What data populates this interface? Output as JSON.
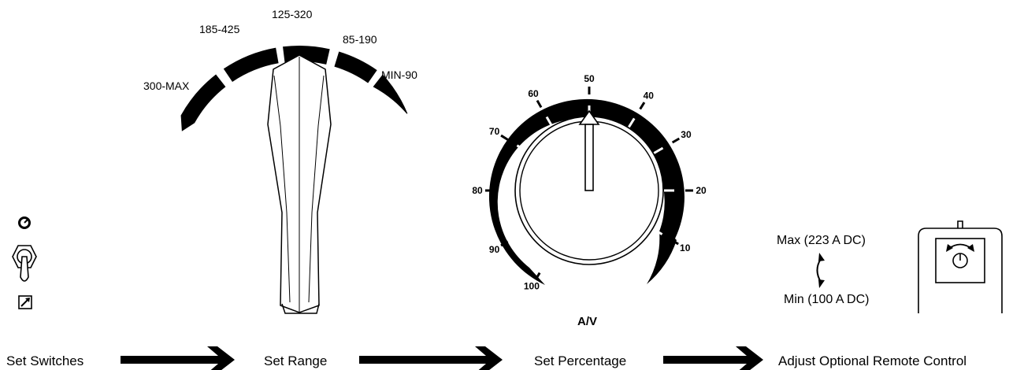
{
  "steps": [
    "Set Switches",
    "Set Range",
    "Set Percentage",
    "Adjust Optional Remote Control"
  ],
  "range_selector": {
    "labels": [
      "300-MAX",
      "185-425",
      "125-320",
      "85-190",
      "MIN-90"
    ]
  },
  "percentage_dial": {
    "unit_label": "A/V",
    "ticks": [
      "100",
      "90",
      "80",
      "70",
      "60",
      "50",
      "40",
      "30",
      "20",
      "10"
    ]
  },
  "remote_control": {
    "max_label": "Max (223 A DC)",
    "min_label": "Min (100 A DC)"
  },
  "icons": [
    "knob-symbol-icon",
    "toggle-switch-icon",
    "remote-plug-icon",
    "step-arrow-icon",
    "rotate-arrows-icon",
    "remote-pendant-icon"
  ]
}
